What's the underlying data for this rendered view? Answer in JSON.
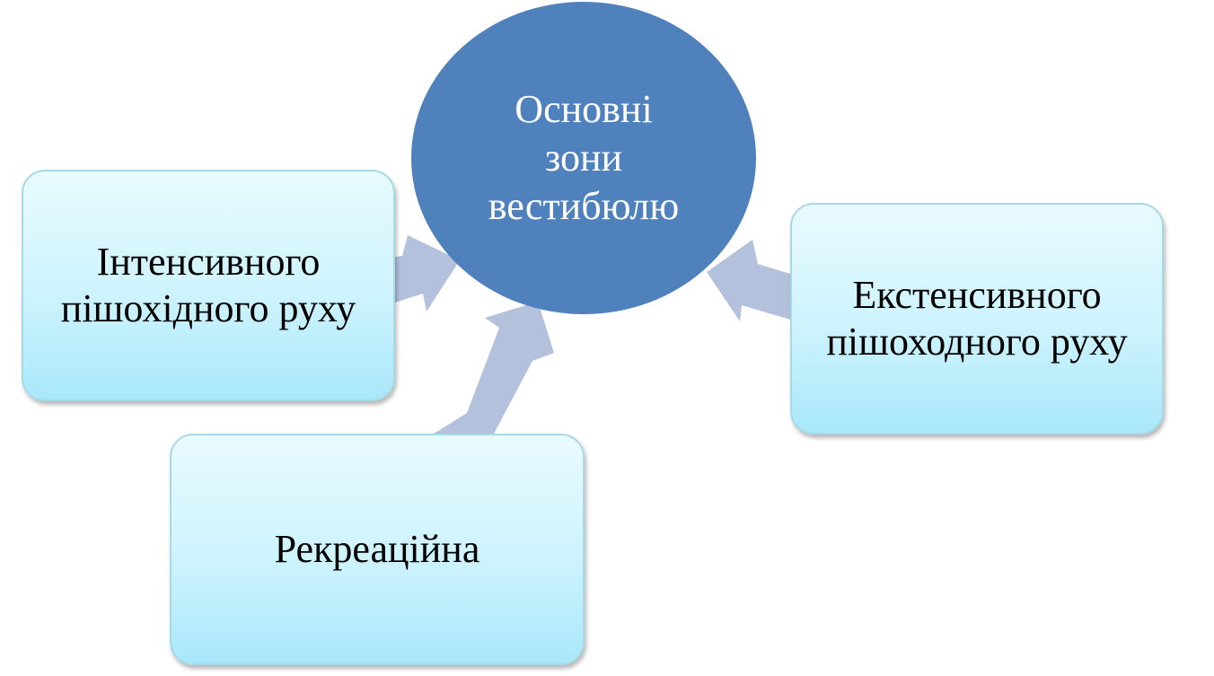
{
  "colors": {
    "center_fill": "#4f81bd",
    "arrow_fill": "#b3c1dc",
    "box_border": "#a9d8e6",
    "box_gradient_top": "#e8fbff",
    "box_gradient_bottom": "#a8e8fa"
  },
  "center": {
    "line1": "Основні",
    "line2": "зони",
    "line3": "вестибюлю"
  },
  "boxes": {
    "left": {
      "line1": "Інтенсивного",
      "line2": "пішохідного руху"
    },
    "right": {
      "line1": "Екстенсивного",
      "line2": "пішоходного руху"
    },
    "bottom": {
      "line1": "Рекреаційна"
    }
  }
}
